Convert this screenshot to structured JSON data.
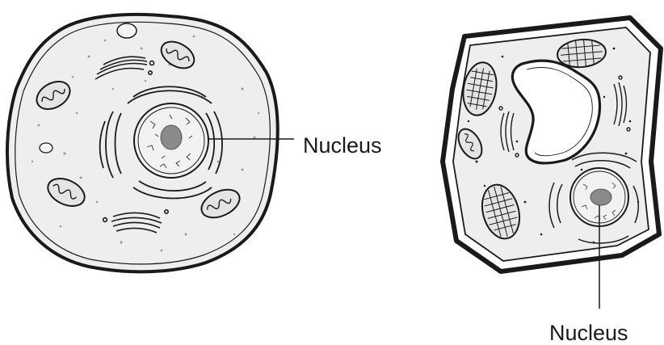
{
  "diagram": {
    "cells": [
      {
        "id": "animal-cell",
        "label": "Nucleus"
      },
      {
        "id": "plant-cell",
        "label": "Nucleus"
      }
    ],
    "colors": {
      "outline": "#1a1a1a",
      "cytoplasm": "#eeeeee",
      "nucleolus": "#8a8a8a",
      "organelle_fill": "#e4e4e4"
    }
  }
}
